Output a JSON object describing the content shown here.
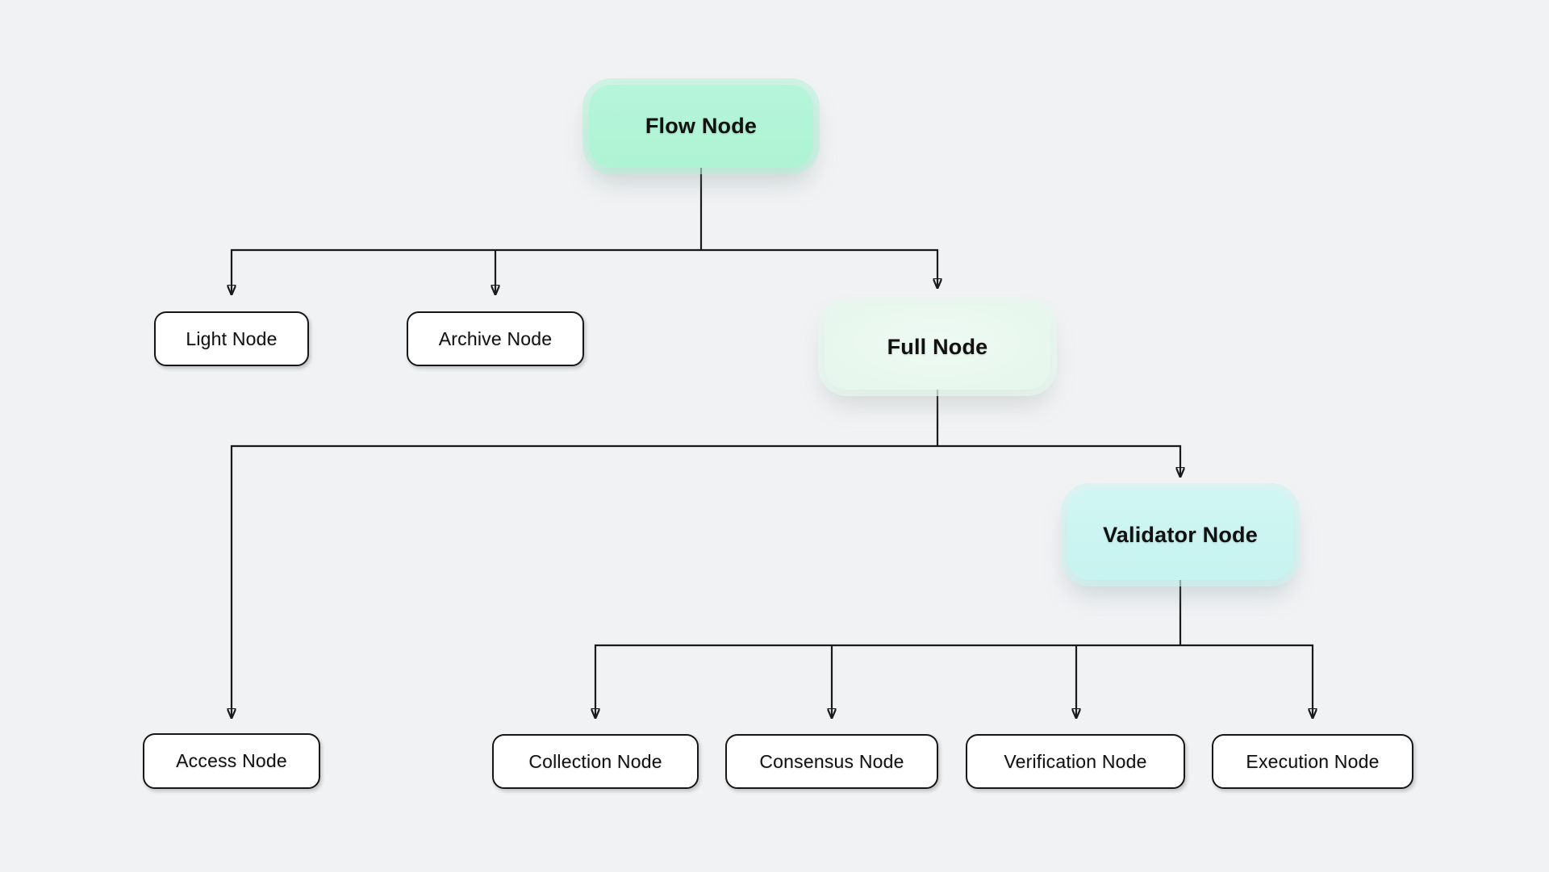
{
  "canvas": {
    "background_color": "#f1f2f4",
    "line_color": "#1a1a1a"
  },
  "nodes": {
    "flow": {
      "label": "Flow Node",
      "fill": "#aef3d4",
      "style": "primary"
    },
    "light": {
      "label": "Light Node",
      "fill": "#ffffff",
      "style": "plain"
    },
    "archive": {
      "label": "Archive Node",
      "fill": "#ffffff",
      "style": "plain"
    },
    "full": {
      "label": "Full Node",
      "fill": "#e5f6ec",
      "style": "primary"
    },
    "access": {
      "label": "Access Node",
      "fill": "#ffffff",
      "style": "plain"
    },
    "validator": {
      "label": "Validator Node",
      "fill": "#c7f3f0",
      "style": "primary"
    },
    "collection": {
      "label": "Collection Node",
      "fill": "#ffffff",
      "style": "plain"
    },
    "consensus": {
      "label": "Consensus Node",
      "fill": "#ffffff",
      "style": "plain"
    },
    "verification": {
      "label": "Verification Node",
      "fill": "#ffffff",
      "style": "plain"
    },
    "execution": {
      "label": "Execution Node",
      "fill": "#ffffff",
      "style": "plain"
    }
  },
  "edges": [
    {
      "from": "Flow Node",
      "to": "Light Node"
    },
    {
      "from": "Flow Node",
      "to": "Archive Node"
    },
    {
      "from": "Flow Node",
      "to": "Full Node"
    },
    {
      "from": "Full Node",
      "to": "Access Node"
    },
    {
      "from": "Full Node",
      "to": "Validator Node"
    },
    {
      "from": "Validator Node",
      "to": "Collection Node"
    },
    {
      "from": "Validator Node",
      "to": "Consensus Node"
    },
    {
      "from": "Validator Node",
      "to": "Verification Node"
    },
    {
      "from": "Validator Node",
      "to": "Execution Node"
    }
  ]
}
